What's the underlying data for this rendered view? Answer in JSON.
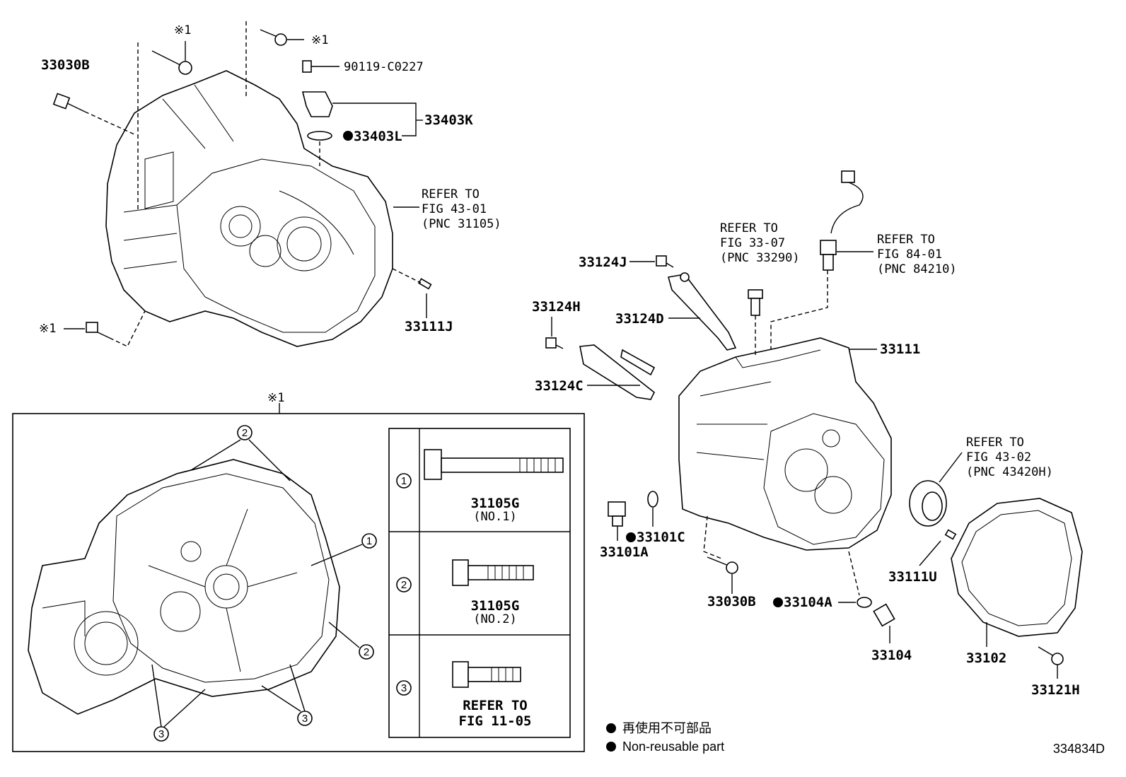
{
  "labels": {
    "p33030B_top": "33030B",
    "p90119": "90119-C0227",
    "p33403K": "33403K",
    "p33403L": "33403L",
    "refer1": [
      "REFER TO",
      "FIG 43-01",
      "(PNC 31105)"
    ],
    "p33111J": "33111J",
    "x1_a": "※1",
    "x1_b": "※1",
    "x1_c": "※1",
    "x1_box": "※1",
    "refer2": [
      "REFER TO",
      "FIG 33-07",
      "(PNC 33290)"
    ],
    "refer3": [
      "REFER TO",
      "FIG 84-01",
      "(PNC 84210)"
    ],
    "p33124J": "33124J",
    "p33124H": "33124H",
    "p33124D": "33124D",
    "p33124C": "33124C",
    "p33111": "33111",
    "refer4": [
      "REFER TO",
      "FIG 43-02",
      "(PNC 43420H)"
    ],
    "p33101C": "33101C",
    "p33101A": "33101A",
    "p33111U": "33111U",
    "p33030B_bot": "33030B",
    "p33104A": "33104A",
    "p33104": "33104",
    "p33102": "33102",
    "p33121H": "33121H"
  },
  "bolt_table": [
    {
      "num": "1",
      "part": "31105G",
      "sub": "(NO.1)"
    },
    {
      "num": "2",
      "part": "31105G",
      "sub": "(NO.2)"
    },
    {
      "num": "3",
      "part": "REFER TO",
      "sub": "FIG 11-05"
    }
  ],
  "callouts": {
    "one": "1",
    "two": "2",
    "three": "3"
  },
  "legend": {
    "jp": "再使用不可部品",
    "en": "Non-reusable part"
  },
  "figure_id": "334834D"
}
